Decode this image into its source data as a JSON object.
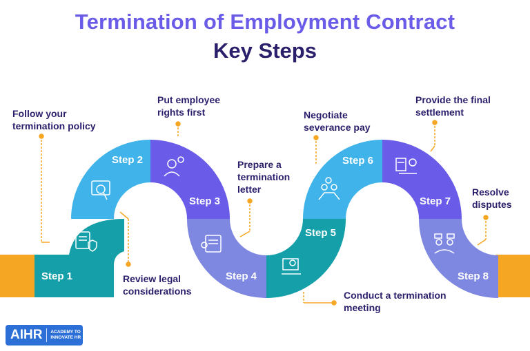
{
  "title": {
    "line1": "Termination of Employment Contract",
    "line2": "Key Steps"
  },
  "colors": {
    "title_accent": "#6a5ce8",
    "title_dark": "#2a1f6b",
    "teal": "#159fa8",
    "sky": "#3fb3ea",
    "purple": "#6a5ce8",
    "periwinkle": "#7f88e0",
    "orange": "#f5a623"
  },
  "steps": [
    {
      "label": "Step 1",
      "text": "Follow your termination policy",
      "icon": "policy-document-shield-icon"
    },
    {
      "label": "Step 2",
      "text": "Review legal considerations",
      "icon": "legal-document-magnifier-icon"
    },
    {
      "label": "Step 3",
      "text": "Put employee rights first",
      "icon": "employee-gear-icon"
    },
    {
      "label": "Step 4",
      "text": "Prepare a termination letter",
      "icon": "letter-gear-icon"
    },
    {
      "label": "Step 5",
      "text": "Conduct a termination meeting",
      "icon": "meeting-icon"
    },
    {
      "label": "Step 6",
      "text": "Negotiate severance pay",
      "icon": "negotiation-icon"
    },
    {
      "label": "Step 7",
      "text": "Provide the final settlement",
      "icon": "settlement-icon"
    },
    {
      "label": "Step 8",
      "text": "Resolve disputes",
      "icon": "dispute-resolution-icon"
    }
  ],
  "logo": {
    "name": "AIHR",
    "tagline": "ACADEMY TO INNOVATE HR"
  }
}
